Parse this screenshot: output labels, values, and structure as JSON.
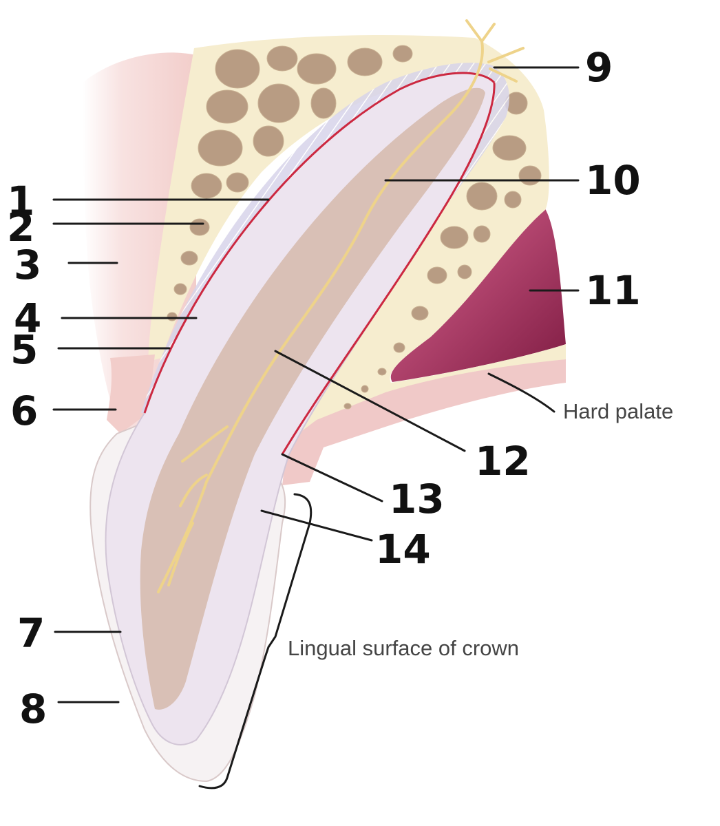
{
  "labels": {
    "n1": "1",
    "n2": "2",
    "n3": "3",
    "n4": "4",
    "n5": "5",
    "n6": "6",
    "n7": "7",
    "n8": "8",
    "n9": "9",
    "n10": "10",
    "n11": "11",
    "n12": "12",
    "n13": "13",
    "n14": "14",
    "hard_palate": "Hard palate",
    "lingual_surface": "Lingual surface of crown"
  },
  "colors": {
    "bone": "#f6edcf",
    "marrow": "#b89c83",
    "gingiva": "#f2cdca",
    "palate_mucosa": "#f0c9c8",
    "dentin": "#ede4ef",
    "pulp": "#d9c0b6",
    "enamel": "#f6f2f3",
    "nerve": "#eed38a",
    "cementum_line": "#cc2840",
    "ligament": "#cfcde6",
    "cavity": "#8f1f4a"
  }
}
